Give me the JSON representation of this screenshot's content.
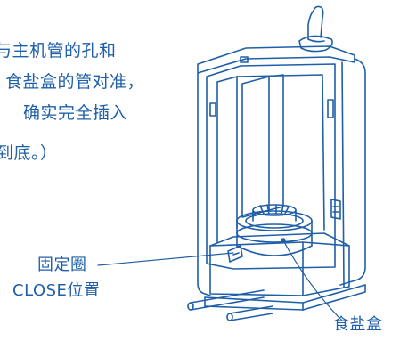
{
  "instructions": [
    "与主机管的孔和",
    "食盐盒的管对准，",
    "确实完全插入",
    "到底。）"
  ],
  "callouts": {
    "fixing_ring": [
      "固定圈",
      "CLOSE位置"
    ],
    "salt_box": "食盐盒"
  },
  "colors": {
    "line": "#1f5fa8",
    "text": "#1f5fa8",
    "background": "#ffffff"
  }
}
